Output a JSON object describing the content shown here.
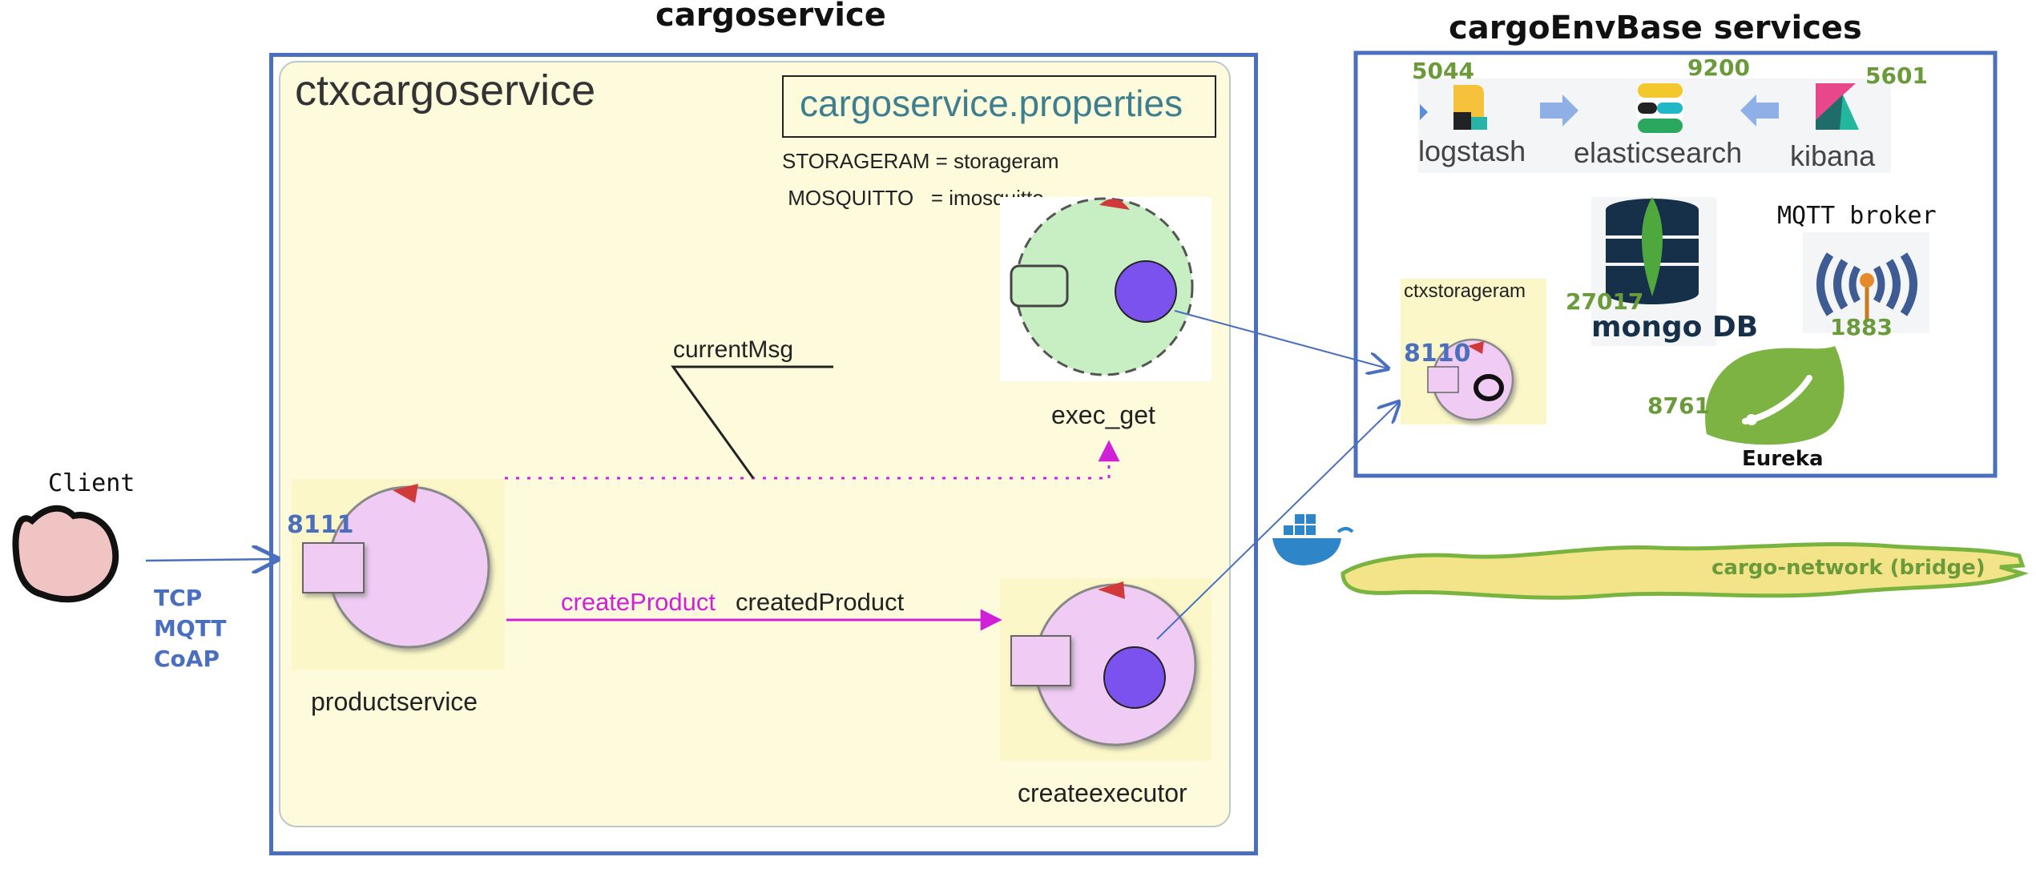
{
  "titles": {
    "cargoservice": "cargoservice",
    "env": "cargoEnvBase services"
  },
  "context": {
    "name": "ctxcargoservice",
    "properties_title": "cargoservice.properties",
    "properties": [
      "STORAGERAM = storageram",
      " MOSQUITTO   = imosquitto"
    ]
  },
  "actors": {
    "productservice": "productservice",
    "exec_get": "exec_get",
    "createexecutor": "createexecutor"
  },
  "messages": {
    "current": "currentMsg",
    "create": "createProduct",
    "created": "createdProduct"
  },
  "client": {
    "label": "Client",
    "port": "8111",
    "protocols": [
      "TCP",
      "MQTT",
      "CoAP"
    ]
  },
  "env": {
    "ports": {
      "logstash": "5044",
      "elasticsearch": "9200",
      "kibana": "5601",
      "mongo": "27017",
      "mqtt": "1883",
      "eureka": "8761",
      "storage": "8110"
    },
    "logos": {
      "logstash": "logstash",
      "elasticsearch": "elasticsearch",
      "kibana": "kibana",
      "mongo": "mongo DB",
      "mqtt": "MQTT broker",
      "eureka": "Eureka"
    },
    "ctxstorage": "ctxstorageram"
  },
  "network": {
    "label": "cargo-network (bridge)"
  },
  "colors": {
    "frame": "#4a6fbf",
    "ctx_bg": "#fdfbdc",
    "actor_pink": "#f0ccf4",
    "actor_green": "#c8efc4",
    "actor_core": "#7b52ee",
    "msg_magenta": "#d020d8",
    "network_fill": "#f3e48a",
    "network_stroke": "#7ab440",
    "green_text": "#6a9a3a"
  }
}
